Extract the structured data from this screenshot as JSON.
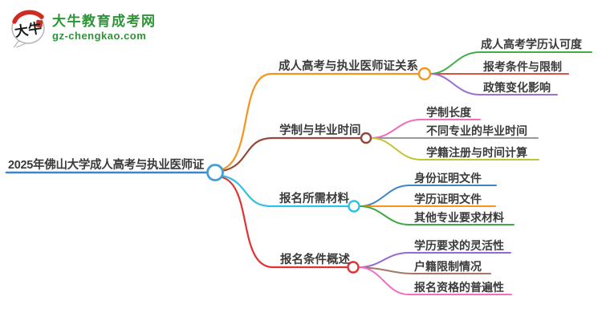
{
  "logo": {
    "title": "大牛教育成考网",
    "subtitle": "gz-chengkao.com",
    "icon_text": "大牛",
    "green": "#2e9438",
    "red": "#cf2b20"
  },
  "root": {
    "label": "2025年佛山大学成人高考与执业医师证",
    "line_color": "#3d85c6",
    "circle_color": "#42a0d6"
  },
  "branches": [
    {
      "label": "成人高考与执业医师证关系",
      "color": "#f5941f",
      "children": [
        {
          "label": "成人高考学历认可度",
          "color": "#3fae49"
        },
        {
          "label": "报考条件与限制",
          "color": "#dd5144"
        },
        {
          "label": "政策变化影响",
          "color": "#9e6fd4"
        }
      ]
    },
    {
      "label": "学制与毕业时间",
      "color": "#95493c",
      "children": [
        {
          "label": "学制长度",
          "color": "#ef6fbe"
        },
        {
          "label": "不同专业的毕业时间",
          "color": "#999999"
        },
        {
          "label": "学籍注册与时间计算",
          "color": "#c3c431"
        }
      ]
    },
    {
      "label": "报名所需材料",
      "color": "#2fc1e3",
      "children": [
        {
          "label": "身份证明文件",
          "color": "#3e86c8"
        },
        {
          "label": "学历证明文件",
          "color": "#f7941e"
        },
        {
          "label": "其他专业要求材料",
          "color": "#3fa94a"
        }
      ]
    },
    {
      "label": "报名条件概述",
      "color": "#e03333",
      "children": [
        {
          "label": "学历要求的灵活性",
          "color": "#9168dd"
        },
        {
          "label": "户籍限制情况",
          "color": "#a5756a"
        },
        {
          "label": "报名资格的普遍性",
          "color": "#f06fc5"
        }
      ]
    }
  ]
}
